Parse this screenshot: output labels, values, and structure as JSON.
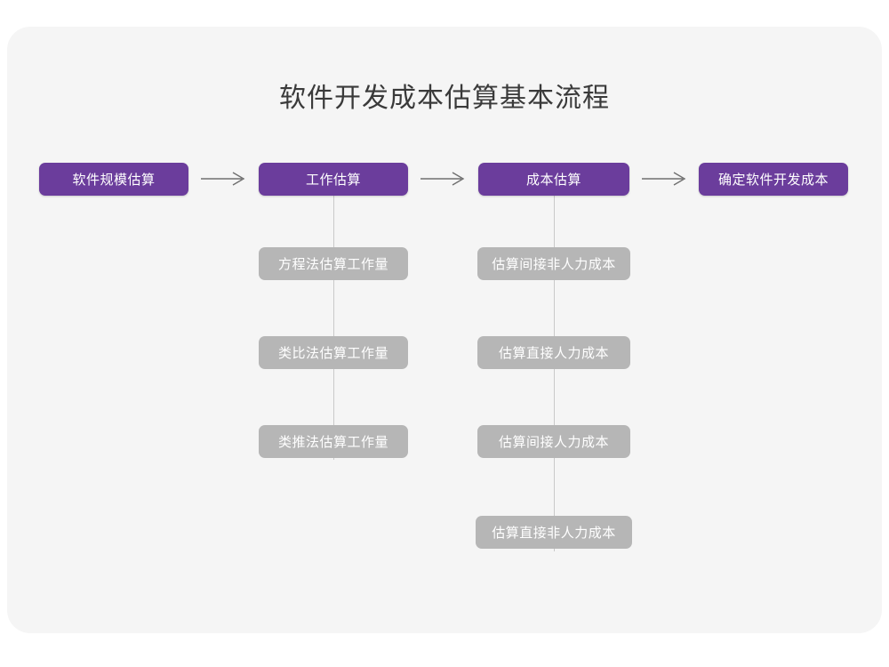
{
  "title": "软件开发成本估算基本流程",
  "colors": {
    "background": "#ffffff",
    "card": "#f5f5f5",
    "primary_node": "#6b3d9c",
    "secondary_node": "#b6b6b6",
    "connector": "#c9c9c9",
    "title_text": "#3a3a3a",
    "node_text": "#ffffff"
  },
  "flow": {
    "main_steps": [
      {
        "label": "软件规模估算"
      },
      {
        "label": "工作估算"
      },
      {
        "label": "成本估算"
      },
      {
        "label": "确定软件开发成本"
      }
    ],
    "arrows": [
      {
        "name": "arrow-right-icon"
      },
      {
        "name": "arrow-right-icon"
      },
      {
        "name": "arrow-right-icon"
      }
    ],
    "effort_methods": [
      {
        "label": "方程法估算工作量"
      },
      {
        "label": "类比法估算工作量"
      },
      {
        "label": "类推法估算工作量"
      }
    ],
    "cost_items": [
      {
        "label": "估算间接非人力成本"
      },
      {
        "label": "估算直接人力成本"
      },
      {
        "label": "估算间接人力成本"
      },
      {
        "label": "估算直接非人力成本"
      }
    ]
  }
}
